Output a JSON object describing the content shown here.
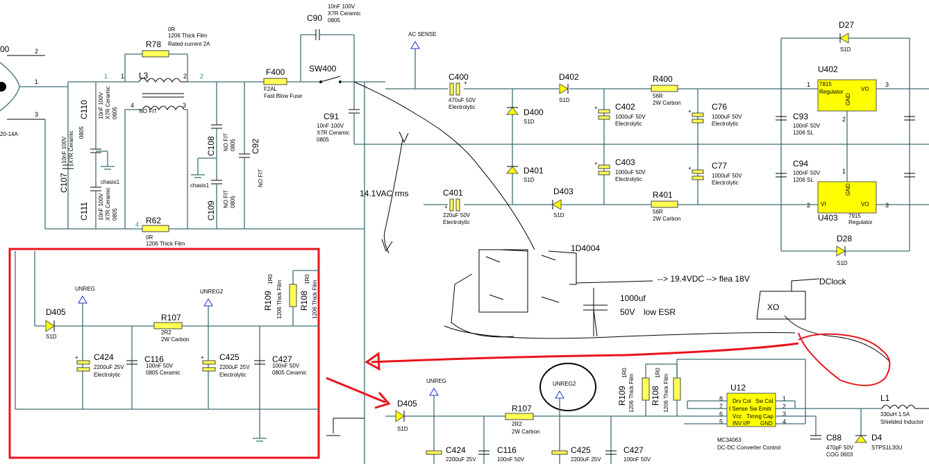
{
  "labels": {
    "pin1": "1",
    "pin2": "2",
    "pin3": "3",
    "pin4": "4",
    "pin5": "5",
    "pin6": "6",
    "pin7": "7",
    "pin8": "8",
    "j_ref": "00",
    "j_part": "20-14A",
    "R78": "R78",
    "R78_val": "0R",
    "R78_desc1": "1206 Thick Film",
    "R78_desc2": "Rated current 2A",
    "L3": "L3",
    "nofit": "NO FIT",
    "C110": "C110",
    "C110_val": "10nF 100V",
    "C110_d1": "X7R Ceramic",
    "C110_d2": "0805",
    "C107": "C107",
    "C107_val": "10nF 100V",
    "C107_d1": "X7R Ceramic",
    "C107_d2": "0805",
    "C111": "C111",
    "C111_val": "10nF 100V",
    "C111_d1": "X7R Ceramic",
    "C111_d2": "0805",
    "chasis": "chasis1",
    "C108": "C108",
    "C108_val": "NO FIT",
    "C108_d": "0805",
    "C109": "C109",
    "C109_val": "NO FIT",
    "C109_d": "0805",
    "C92": "C92",
    "C92_val": "NO FIT",
    "R62": "R62",
    "R62_val": "0R",
    "R62_d": "1206 Thick Film",
    "C90": "C90",
    "C90_val": "10nF 100V",
    "C90_d1": "X7R Ceramic",
    "C90_d2": "0805",
    "F400": "F400",
    "F400_val": "F2AL",
    "F400_d": "Fast Blow Fuse",
    "SW400": "SW400",
    "C91": "C91",
    "C91_val": "10nF 100V",
    "C91_d1": "X7R Ceramic",
    "C91_d2": "0805",
    "acsense": "AC SENSE",
    "C400": "C400",
    "C400_val": "470uF 50V",
    "C400_d": "Electrolytic",
    "D400": "D400",
    "D401": "D401",
    "D402": "D402",
    "D403": "D403",
    "S1D": "S1D",
    "C401": "C401",
    "C401_val": "220uF 50V",
    "C401_d": "Electrolytic",
    "R400": "R400",
    "R400_val": "56R",
    "R400_d": "2W Carbon",
    "R401": "R401",
    "R401_val": "56R",
    "R401_d": "2W Carbon",
    "C402": "C402",
    "C402_val": "1000uF 50V",
    "C402_d": "Electrolytic",
    "C403": "C403",
    "C403_val": "1000uF 50V",
    "C403_d": "Electrolytic",
    "C76": "C76",
    "C76_val": "1000uF 50V",
    "C76_d": "Electrolytic",
    "C77": "C77",
    "C77_val": "1000uF 50V",
    "C77_d": "Electrolytic",
    "D27": "D27",
    "D28": "D28",
    "U402": "U402",
    "U402_part": "7815",
    "U402_desc": "Regulator",
    "U403": "U403",
    "U403_part": "7915",
    "U403_desc": "Regulator",
    "VI": "VI",
    "VO": "VO",
    "GND": "GND",
    "C93": "C93",
    "C93_val": "100nF 50V",
    "C93_d": "1206 SL",
    "C94": "C94",
    "C94_val": "100nF 50V",
    "C94_d": "1206 SL",
    "vac": "14.1VAC rms",
    "d1n": "1D4004",
    "vdc": "--> 19.4VDC --> flea 18V",
    "cap_hand1": "1000uf",
    "cap_hand2": "50V",
    "cap_hand3": "low ESR",
    "clock": "DClock",
    "xo": "XO",
    "D405": "D405",
    "unreg": "UNREG",
    "unreg2": "UNREG2",
    "R107": "R107",
    "R107_val": "2R2",
    "R107_d": "2W Carbon",
    "C424": "C424",
    "C424_val": "2200uF 25V",
    "C424_d": "Electrolytic",
    "C116": "C116",
    "C116_val": "100nF 50V",
    "C116_d": "0805 Ceramic",
    "C425": "C425",
    "C425_val": "2200uF 25V",
    "C425_d": "Electrolytic",
    "C427": "C427",
    "C427_val": "100nF 50V",
    "C427_d": "0805 Ceramic",
    "R109": "R109",
    "R108": "R108",
    "r_ohm": "1R0",
    "r_desc": "1206 Thick Film",
    "U12": "U12",
    "U12_part": "MC34063",
    "U12_desc": "DC-DC Converter Control",
    "u12_p1": "Drv Col",
    "u12_p2": "Sw Col",
    "u12_p3": "I Sense Sw Emitr",
    "u12_p4": "Vcc",
    "u12_p5": "Timng Cap",
    "u12_p6": "INV I/P",
    "u12_p7": "GND",
    "L1": "L1",
    "L1_val": "330uH 1.5A",
    "L1_d": "Shielded Inductor",
    "C88": "C88",
    "C88_val": "470pF 50V",
    "C88_d": "COG 0603",
    "D4": "D4",
    "D4_val": "STPS1L30U"
  }
}
